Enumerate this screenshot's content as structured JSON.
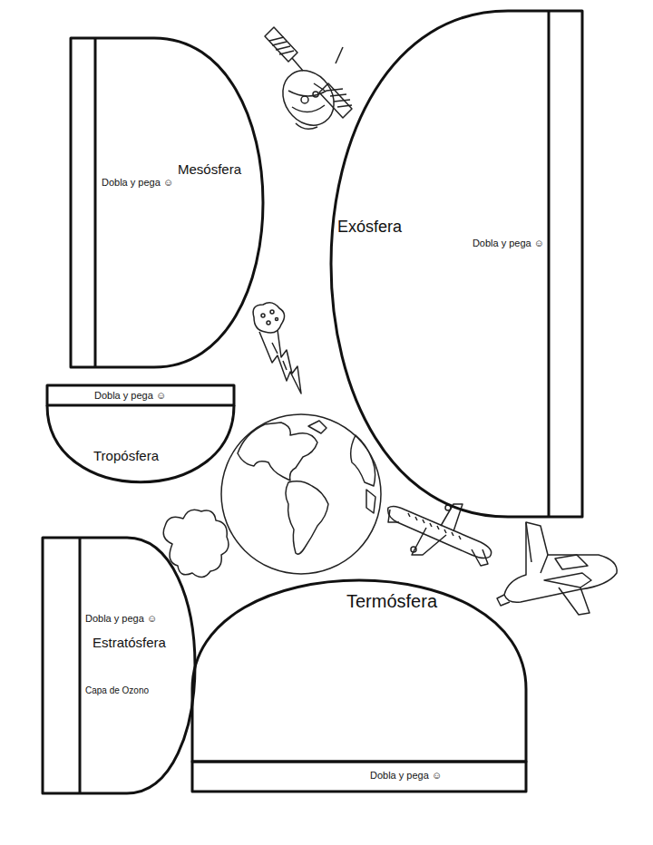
{
  "diagram": {
    "nodes": [
      {
        "text": [
          "Dobla y pega ☺",
          "Mesósfera"
        ]
      },
      {
        "text": [
          "Exósfera",
          "Dobla y pega ☺"
        ]
      },
      {
        "text": [
          "Dobla y pega ☺",
          "Tropósfera"
        ]
      },
      {
        "text": [
          "Dobla y pega ☺",
          "Estratósfera",
          "Capa de Ozono"
        ]
      },
      {
        "text": [
          "Termósfera",
          "Dobla y pega ☺"
        ]
      }
    ]
  }
}
